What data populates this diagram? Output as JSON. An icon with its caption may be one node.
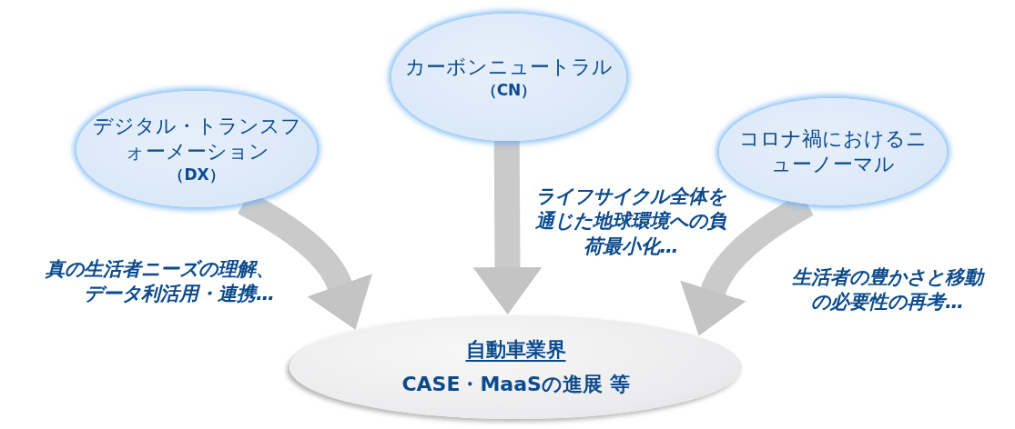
{
  "diagram": {
    "nodes": [
      {
        "text": [
          "デジタル・トランスフォーメーション",
          "（DX）"
        ]
      },
      {
        "text": [
          "カーボンニュートラル",
          "（CN）"
        ]
      },
      {
        "text": [
          "コロナ禍におけるニューノーマル"
        ]
      },
      {
        "text": [
          "自動車業界",
          "CASE・MaaSの進展 等"
        ]
      }
    ],
    "edges": [
      {
        "from": 0,
        "to": 3,
        "arrow": "to",
        "label": "真の生活者ニーズの理解、データ利活用・連携…"
      },
      {
        "from": 1,
        "to": 3,
        "arrow": "to",
        "label": "ライフサイクル全体を通じた地球環境への負荷最小化…"
      },
      {
        "from": 2,
        "to": 3,
        "arrow": "to",
        "label": "生活者の豊かさと移動の必要性の再考…"
      }
    ]
  }
}
